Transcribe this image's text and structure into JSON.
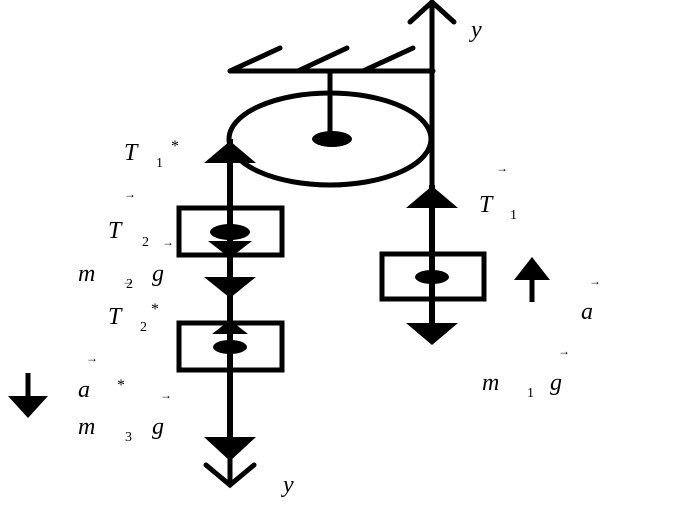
{
  "axis": {
    "y_top": "y",
    "y_bottom": "y"
  },
  "labels": {
    "T1_star": {
      "base": "T",
      "sub": "1",
      "sup": "*"
    },
    "T2": {
      "base": "T",
      "sub": "2"
    },
    "m2g": {
      "base": "m",
      "sub": "2",
      "g": "g"
    },
    "T2_star": {
      "base": "T",
      "sub": "2",
      "sup": "*"
    },
    "a_star": {
      "base": "a",
      "sup": "*"
    },
    "m3g": {
      "base": "m",
      "sub": "3",
      "g": "g"
    },
    "T1": {
      "base": "T",
      "sub": "1"
    },
    "a": {
      "base": "a"
    },
    "m1g": {
      "base": "m",
      "sub": "1",
      "g": "g"
    }
  },
  "vector_mark": "→",
  "colors": {
    "ink": "#000000",
    "background": "#ffffff"
  }
}
